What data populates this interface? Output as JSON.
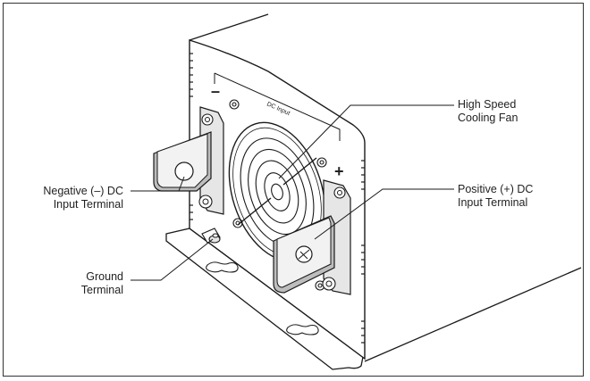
{
  "labels": {
    "fan": "High Speed\nCooling Fan",
    "positive": "Positive (+) DC\nInput Terminal",
    "negative": "Negative (–) DC\nInput Terminal",
    "ground": "Ground\nTerminal"
  },
  "panel": {
    "dc_input": "DC Input",
    "minus_sign": "–",
    "plus_sign": "+"
  },
  "colors": {
    "line": "#1a1a1a",
    "fill_light": "#f2f2f2",
    "fill_mid": "#d9d9d9",
    "fill_dark": "#bdbdbd"
  }
}
